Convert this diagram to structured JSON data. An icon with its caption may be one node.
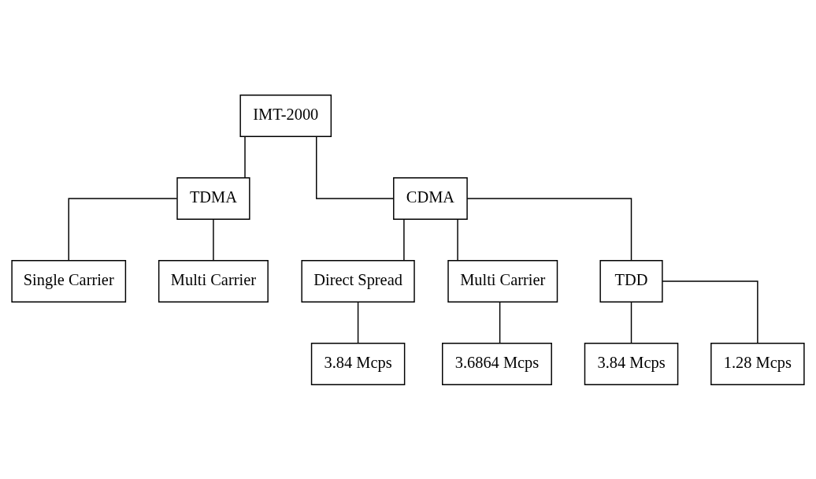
{
  "diagram": {
    "nodes": [
      {
        "text": [
          "IMT-2000"
        ]
      },
      {
        "text": [
          "TDMA"
        ]
      },
      {
        "text": [
          "CDMA"
        ]
      },
      {
        "text": [
          "Single Carrier"
        ]
      },
      {
        "text": [
          "Multi Carrier"
        ]
      },
      {
        "text": [
          "Direct Spread"
        ]
      },
      {
        "text": [
          "Multi Carrier"
        ]
      },
      {
        "text": [
          "TDD"
        ]
      },
      {
        "text": [
          "3.84 Mcps"
        ]
      },
      {
        "text": [
          "3.6864 Mcps"
        ]
      },
      {
        "text": [
          "3.84 Mcps"
        ]
      },
      {
        "text": [
          "1.28 Mcps"
        ]
      }
    ],
    "edges": [
      {
        "from": 0,
        "to": 1,
        "arrow": "none"
      },
      {
        "from": 0,
        "to": 2,
        "arrow": "none"
      },
      {
        "from": 1,
        "to": 3,
        "arrow": "none"
      },
      {
        "from": 1,
        "to": 4,
        "arrow": "none"
      },
      {
        "from": 2,
        "to": 5,
        "arrow": "none"
      },
      {
        "from": 2,
        "to": 6,
        "arrow": "none"
      },
      {
        "from": 2,
        "to": 7,
        "arrow": "none"
      },
      {
        "from": 5,
        "to": 8,
        "arrow": "none"
      },
      {
        "from": 6,
        "to": 9,
        "arrow": "none"
      },
      {
        "from": 7,
        "to": 10,
        "arrow": "none"
      },
      {
        "from": 7,
        "to": 11,
        "arrow": "none"
      }
    ]
  }
}
